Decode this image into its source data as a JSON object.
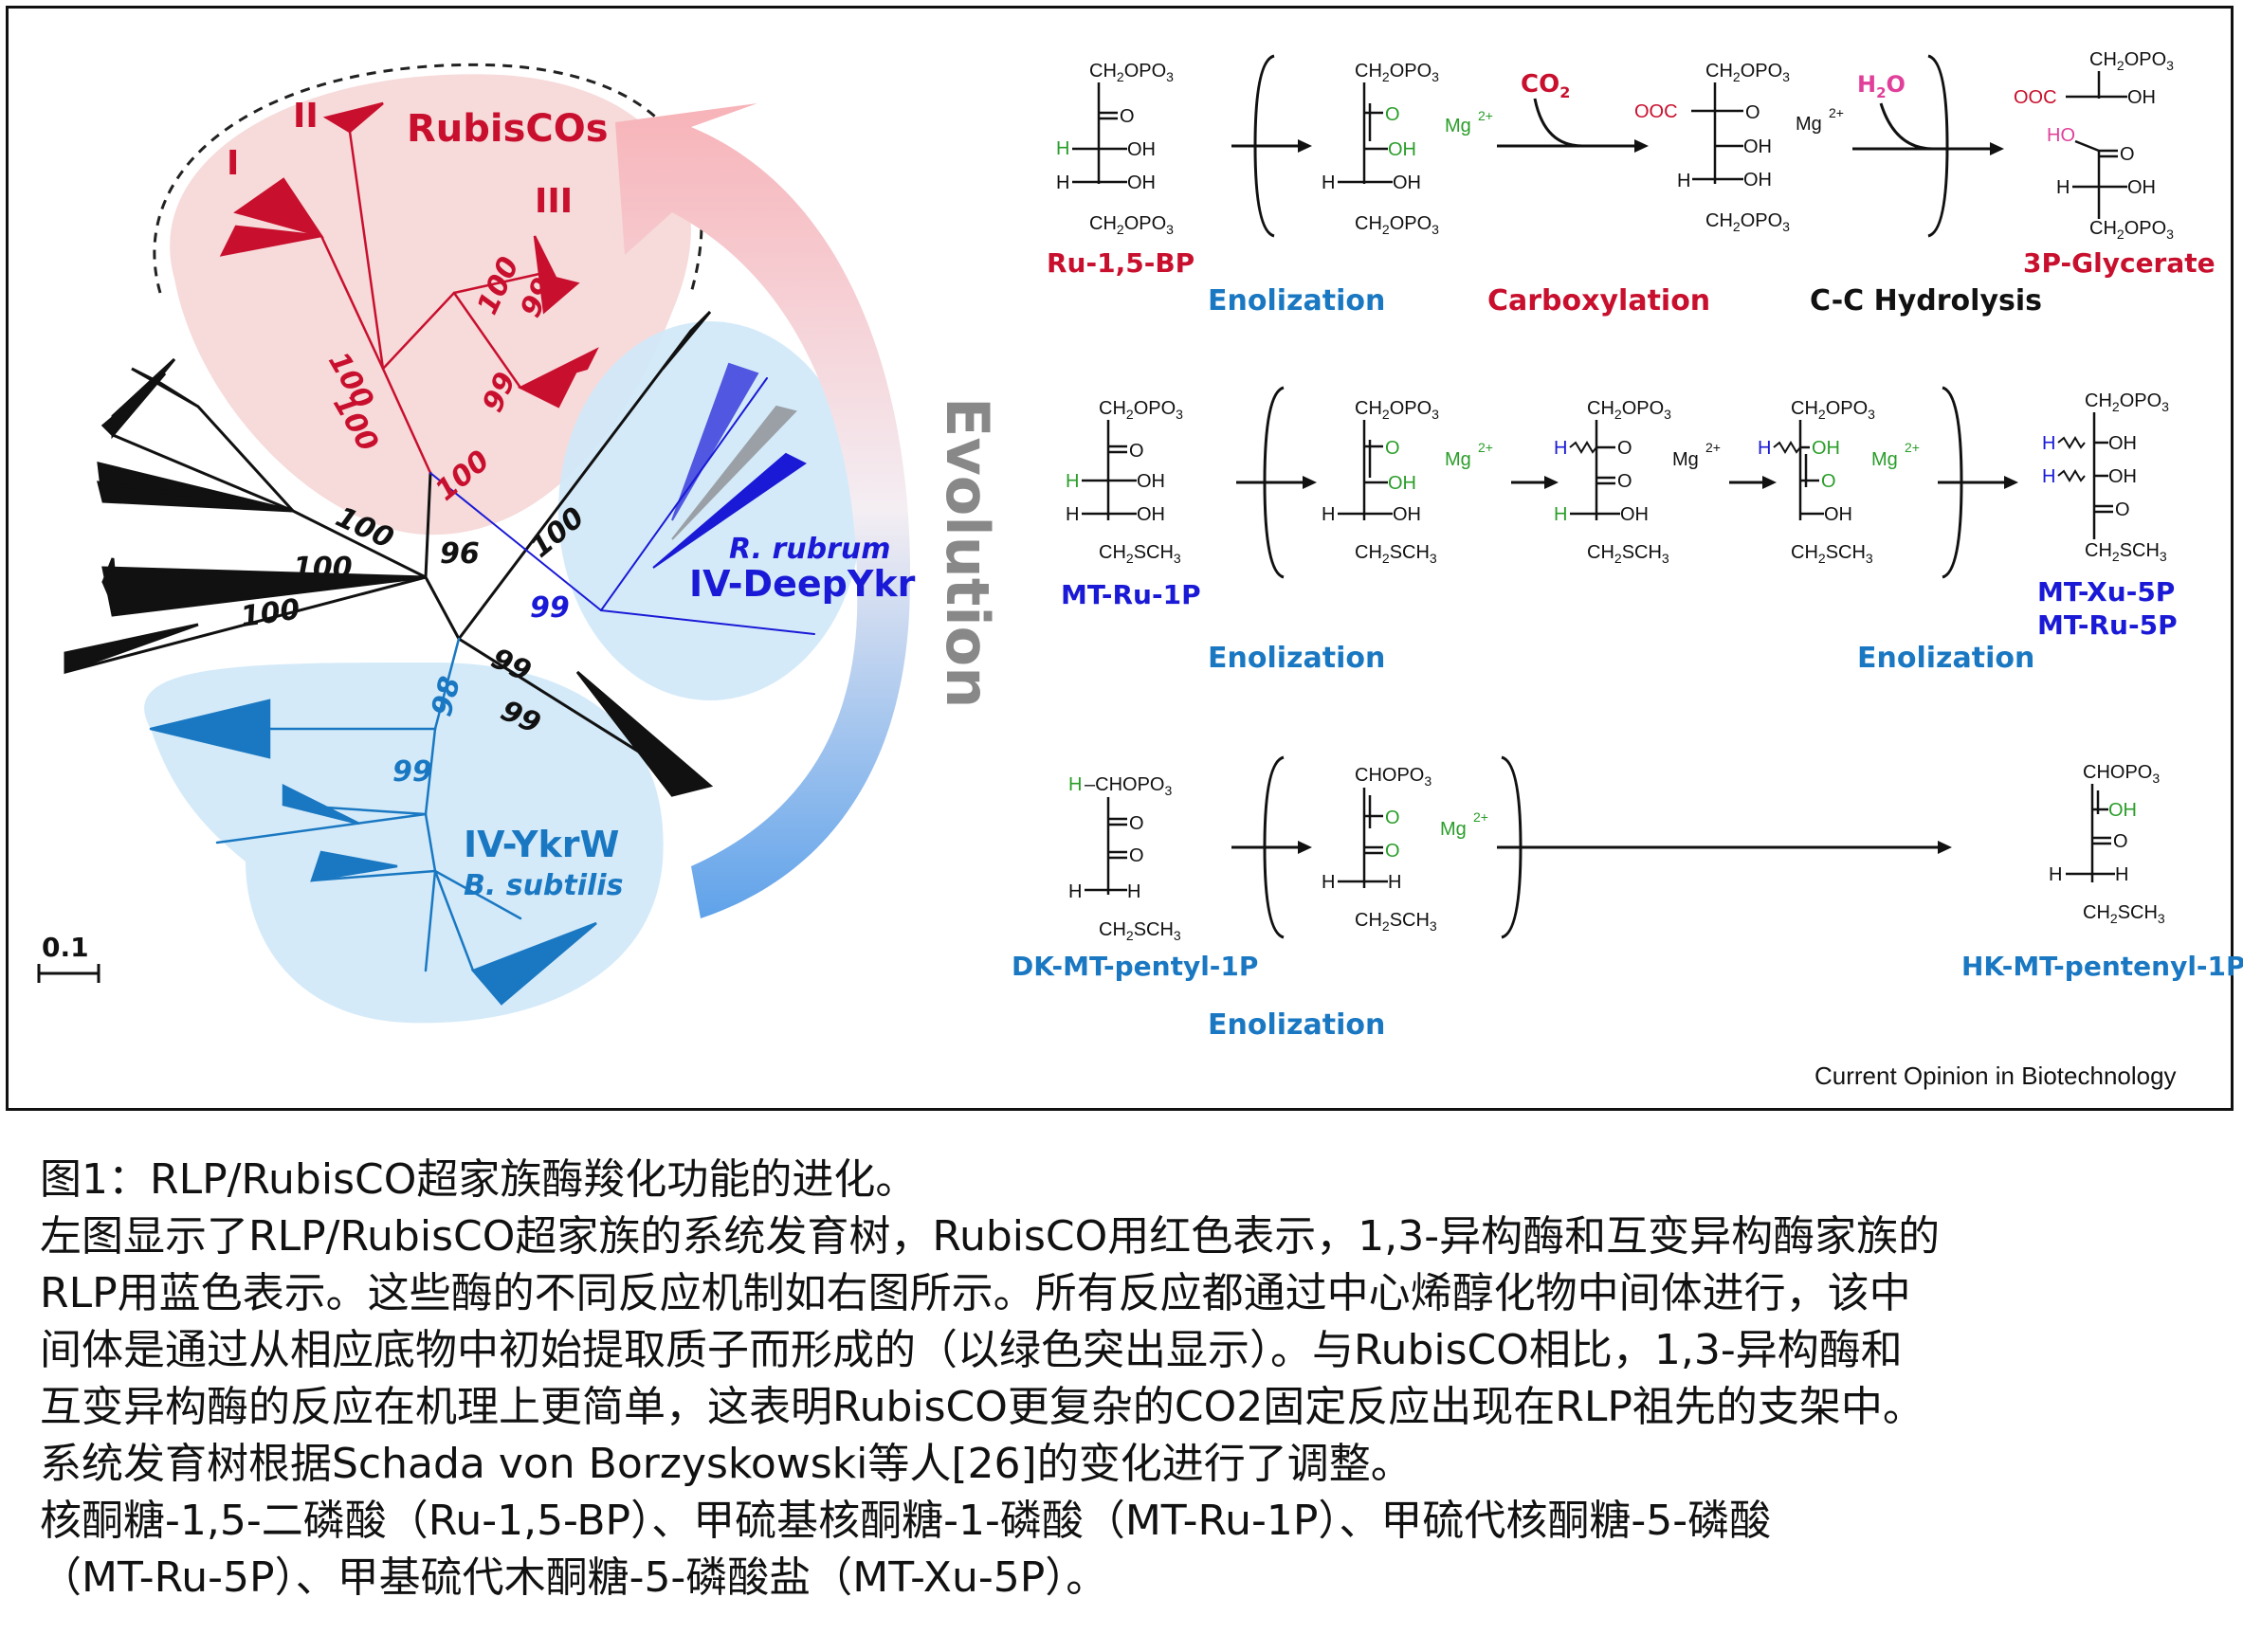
{
  "tree": {
    "clade_rubisco": "RubisCOs",
    "form_I": "I",
    "form_II": "II",
    "form_III": "III",
    "deepykr_species": "R. rubrum",
    "deepykr_name": "IV-DeepYkr",
    "ykrw_name": "IV-YkrW",
    "ykrw_species": "B. subtilis",
    "evolution": "Evolution",
    "scale": "0.1",
    "bootstrap": [
      "100",
      "100",
      "99",
      "99",
      "100",
      "100",
      "100",
      "96",
      "100",
      "100",
      "100",
      "99",
      "99",
      "98",
      "99",
      "99"
    ]
  },
  "reactions": {
    "row1": {
      "substrate": "Ru-1,5-BP",
      "product": "3P-Glycerate",
      "step1": "Enolization",
      "step2": "Carboxylation",
      "step3": "C-C Hydrolysis",
      "co2": "CO",
      "h2o": "H",
      "mg": "Mg"
    },
    "row2": {
      "substrate": "MT-Ru-1P",
      "product1": "MT-Xu-5P",
      "product2": "MT-Ru-5P",
      "step1": "Enolization",
      "step2": "Enolization"
    },
    "row3": {
      "substrate": "DK-MT-pentyl-1P",
      "product": "HK-MT-pentenyl-1P",
      "step1": "Enolization"
    },
    "journal": "Current Opinion in Biotechnology"
  },
  "colors": {
    "rubisco_red": "#c8102e",
    "deepykr_blue": "#1a1ad6",
    "ykrw_blue": "#1a78c2",
    "enol_green": "#2a9d2a",
    "hydroxyl_pink": "#e0409a"
  },
  "caption": [
    "图1：RLP/RubisCO超家族酶羧化功能的进化。",
    "左图显示了RLP/RubisCO超家族的系统发育树，RubisCO用红色表示，1,3-异构酶和互变异构酶家族的",
    "RLP用蓝色表示。这些酶的不同反应机制如右图所示。所有反应都通过中心烯醇化物中间体进行，该中",
    "间体是通过从相应底物中初始提取质子而形成的（以绿色突出显示）。与RubisCO相比，1,3-异构酶和",
    "互变异构酶的反应在机理上更简单，这表明RubisCO更复杂的CO2固定反应出现在RLP祖先的支架中。",
    "系统发育树根据Schada von Borzyskowski等人[26]的变化进行了调整。",
    "核酮糖-1,5-二磷酸（Ru-1,5-BP）、甲硫基核酮糖-1-磷酸（MT-Ru-1P）、甲硫代核酮糖-5-磷酸",
    "（MT-Ru-5P）、甲基硫代木酮糖-5-磷酸盐（MT-Xu-5P）。"
  ]
}
